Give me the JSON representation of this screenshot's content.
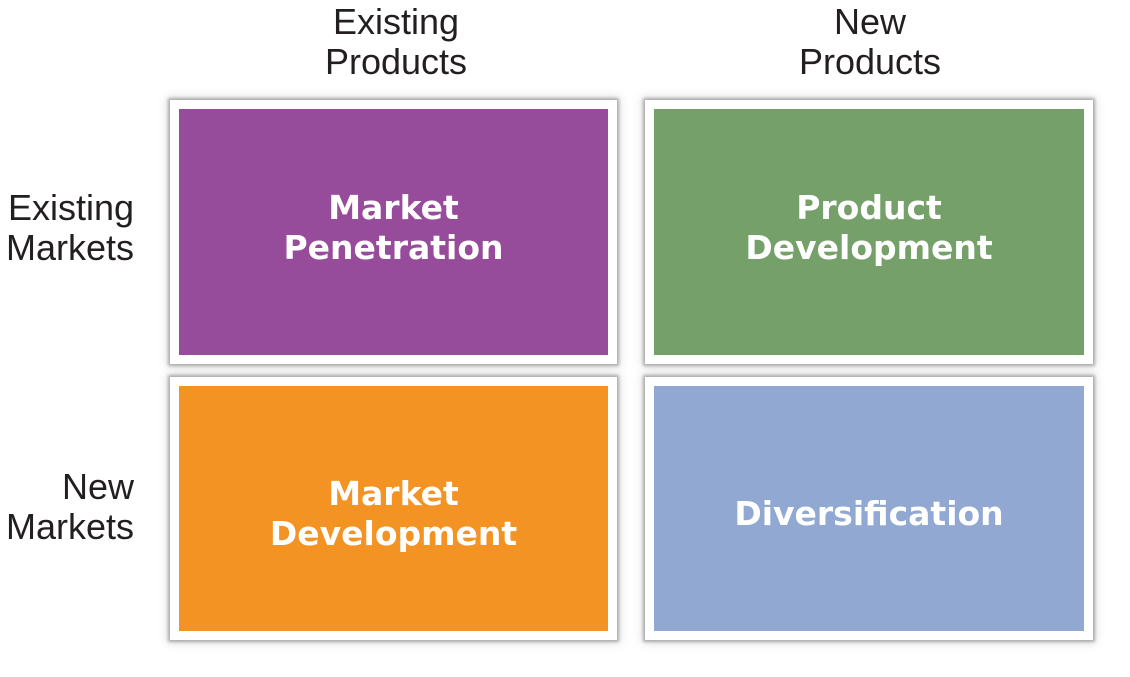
{
  "columns": {
    "existing_products": [
      "Existing",
      "Products"
    ],
    "new_products": [
      "New",
      "Products"
    ]
  },
  "rows": {
    "existing_markets": [
      "Existing",
      "Markets"
    ],
    "new_markets": [
      "New",
      "Markets"
    ]
  },
  "quadrants": {
    "market_penetration": {
      "lines": [
        "Market",
        "Penetration"
      ],
      "color": "#974b9b"
    },
    "product_development": {
      "lines": [
        "Product",
        "Development"
      ],
      "color": "#75a06a"
    },
    "market_development": {
      "lines": [
        "Market",
        "Development"
      ],
      "color": "#f39323"
    },
    "diversification": {
      "lines": [
        "Diversification"
      ],
      "color": "#91a8d2"
    }
  }
}
